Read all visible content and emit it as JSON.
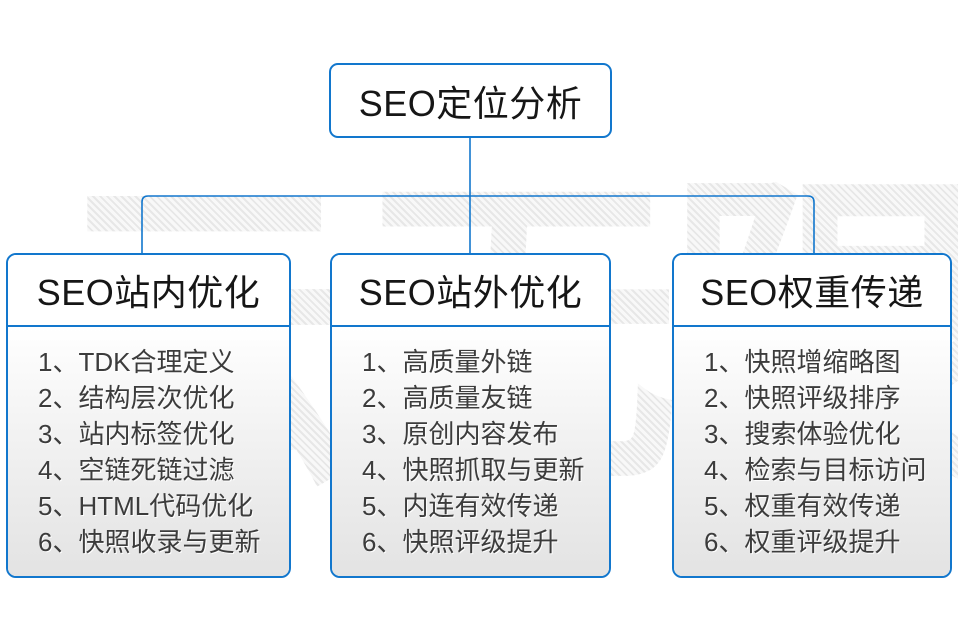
{
  "watermark": {
    "text": "云无限"
  },
  "root_node": {
    "title": "SEO定位分析"
  },
  "columns": [
    {
      "title": "SEO站内优化",
      "items": [
        "1、TDK合理定义",
        "2、结构层次优化",
        "3、站内标签优化",
        "4、空链死链过滤",
        "5、HTML代码优化",
        "6、快照收录与更新"
      ]
    },
    {
      "title": "SEO站外优化",
      "items": [
        "1、高质量外链",
        "2、高质量友链",
        "3、原创内容发布",
        "4、快照抓取与更新",
        "5、内连有效传递",
        "6、快照评级提升"
      ]
    },
    {
      "title": "SEO权重传递",
      "items": [
        "1、快照增缩略图",
        "2、快照评级排序",
        "3、搜索体验优化",
        "4、检索与目标访问",
        "5、权重有效传递",
        "6、权重评级提升"
      ]
    }
  ],
  "colors": {
    "accent_blue": "#1277cd",
    "header_text": "#161616",
    "item_text": "#3c3c3c",
    "list_gradient_top": "#ffffff",
    "list_gradient_bottom": "#e3e3e3",
    "watermark_gray": "#e7e7e7"
  }
}
